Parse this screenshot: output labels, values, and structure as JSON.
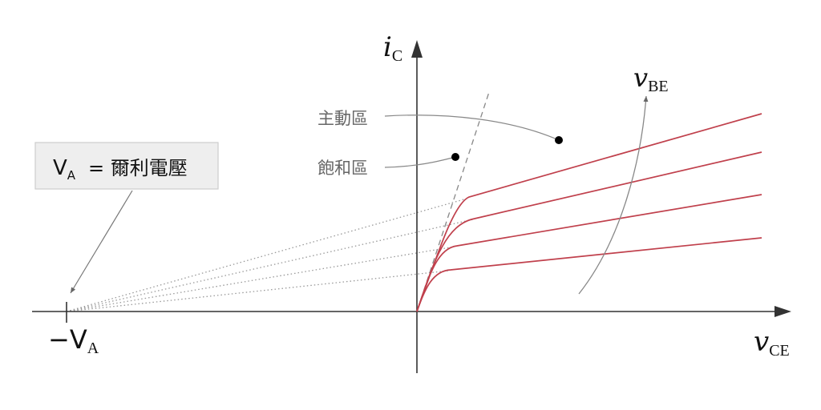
{
  "axes": {
    "y_label": "i",
    "y_sub": "C",
    "x_label": "v",
    "x_sub": "CE"
  },
  "vbe": {
    "label": "v",
    "sub": "BE"
  },
  "early_point": {
    "label": "−V",
    "sub": "A"
  },
  "legend_box": {
    "label": "V",
    "sub": "A",
    "text": "= 爾利電壓"
  },
  "regions": {
    "active": "主動區",
    "saturation": "飽和區"
  },
  "colors": {
    "curve": "#c0404c",
    "axis": "#333333",
    "guide": "#888888"
  }
}
